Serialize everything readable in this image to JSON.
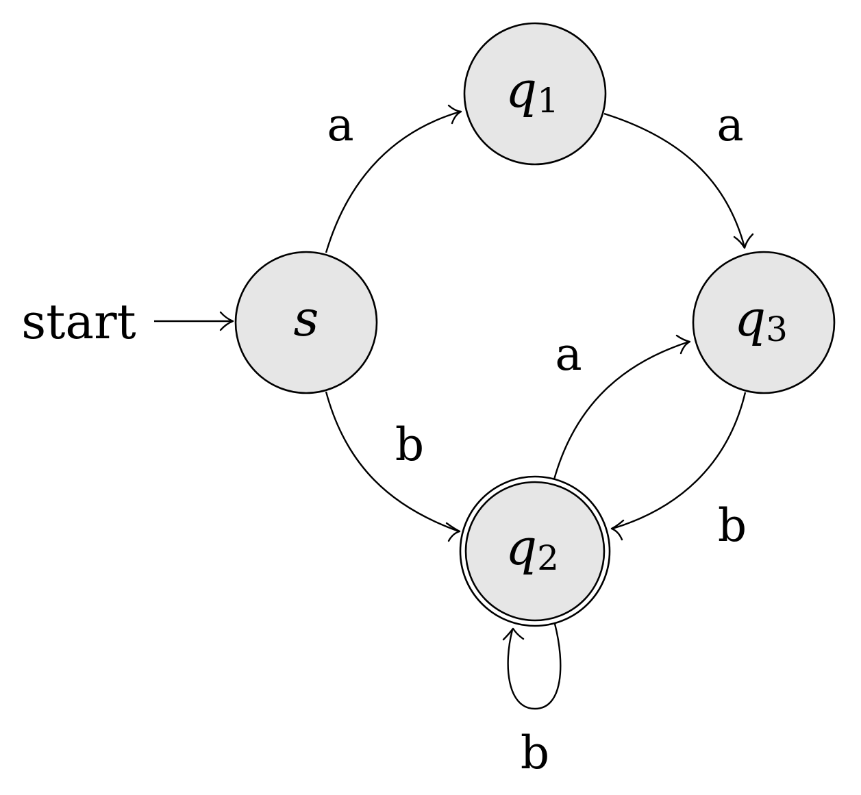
{
  "start_label": "start",
  "states": {
    "s": {
      "name": "s",
      "sub": ""
    },
    "q1": {
      "name": "q",
      "sub": "1"
    },
    "q2": {
      "name": "q",
      "sub": "2"
    },
    "q3": {
      "name": "q",
      "sub": "3"
    }
  },
  "edges": {
    "s_q1": "a",
    "q1_q3": "a",
    "s_q2": "b",
    "q2_q3": "a",
    "q3_q2": "b",
    "q2_q2": "b"
  },
  "accepting": [
    "q2"
  ],
  "initial": "s",
  "colors": {
    "state_fill": "#e6e6e6",
    "stroke": "#000000"
  }
}
